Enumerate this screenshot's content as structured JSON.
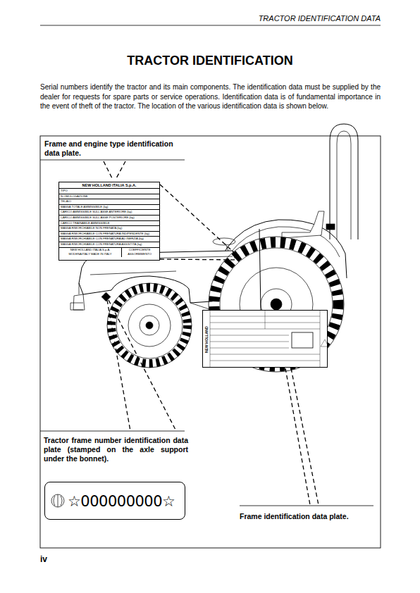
{
  "diagram": {
    "title": "TRACTOR IDENTIFICATION",
    "nodes": [
      {
        "text": [
          "NEW HOLLAND ITALIA S.p.A.",
          "TIPO",
          "N.OMOLOGAZIONE",
          "TELAIO",
          "MASSA TOTALE AMMISSIBILE (kg)",
          "CARICO AMMISSIBILE SULL'ASSE ANTERIORE (kg)",
          "CARICO AMMISSIBILE SULL'ASSE POSTERIORE (kg)",
          "CARICO TRAINABILE AMMISSIBILE",
          "MASSA RIMORCHIABILE NON FRENATA (kg)",
          "MASSA RIMORCHIABILE CON FRENATURA INDIPENDENTE (kg)",
          "MASSA RIMORCHIABILE CON FRENATURA AD INERZIA (kg)",
          "MASSA RIMORCHIABILE CON FRENATURA ASSISTITA (kg)",
          "NEW HOLLAND ITALIA S.p.A. MODENA/ITALY MADE IN ITALY",
          "COEFFICIENTE ASSORBIMENTO"
        ]
      },
      {
        "text": [
          "NEW HOLLAND"
        ]
      },
      {
        "text": [
          "☆000000000☆"
        ]
      }
    ],
    "labels": [
      "TRACTOR IDENTIFICATION DATA",
      "Serial numbers identify the tractor and its main components. The identification data must be supplied by the dealer for requests for spare parts or service operations. Identification data is of fundamental importance in the event of theft of the tractor. The location of the various identification data is shown below.",
      "Frame and engine type identification data plate.",
      "Tractor frame number identification data plate (stamped on the axle support under the bonnet).",
      "Frame identification data plate.",
      "iv"
    ]
  }
}
